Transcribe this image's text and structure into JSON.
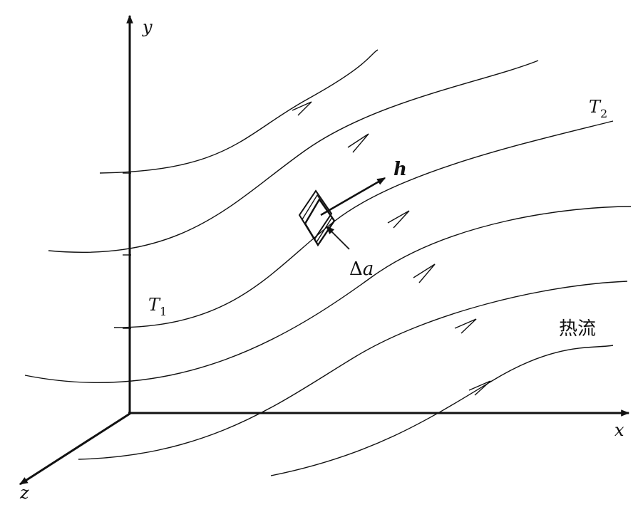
{
  "axes": {
    "x_label": "x",
    "y_label": "y",
    "z_label": "z"
  },
  "labels": {
    "t1": "T",
    "t1_sub": "1",
    "t2": "T",
    "t2_sub": "2",
    "h_vector": "h",
    "delta": "Δ",
    "area": "a",
    "heat_flow": "热流"
  },
  "colors": {
    "ink": "#111111",
    "background": "#ffffff"
  }
}
